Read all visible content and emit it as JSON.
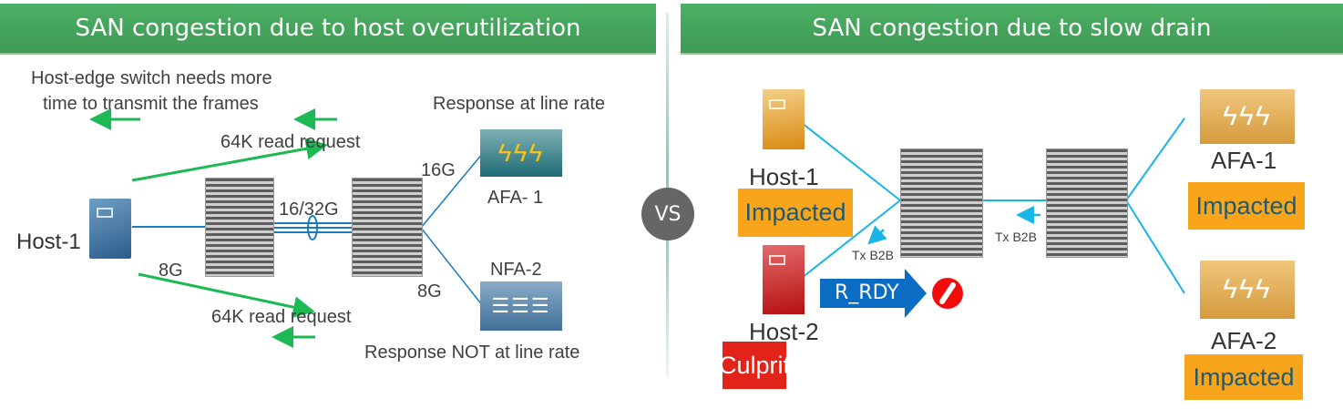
{
  "left_panel": {
    "title": "SAN congestion due to host overutilization",
    "note_line1": "Host-edge switch needs more",
    "note_line2": "time to transmit the frames",
    "response_line_rate": "Response at line rate",
    "read_request_top": "64K read request",
    "read_request_bottom": "64K read request",
    "response_not_line_rate": "Response NOT at line rate",
    "host": "Host-1",
    "host_link_speed": "8G",
    "isl_speed": "16/32G",
    "afa_link_speed": "16G",
    "nfa_link_speed": "8G",
    "afa": "AFA- 1",
    "nfa": "NFA-2"
  },
  "vs_label": "VS",
  "right_panel": {
    "title": "SAN congestion due to slow drain",
    "host1": "Host-1",
    "host1_status": "Impacted",
    "host2": "Host-2",
    "host2_status": "Culprit",
    "afa1": "AFA-1",
    "afa1_status": "Impacted",
    "afa2": "AFA-2",
    "afa2_status": "Impacted",
    "tx_b2b_left": "Tx  B2B",
    "tx_b2b_right": "Tx  B2B",
    "r_rdy": "R_RDY"
  },
  "colors": {
    "header_green": "#4caf64",
    "arrow_green": "#1db954",
    "link_blue_left": "#1a7abf",
    "link_blue_right": "#19b5e6",
    "impacted": "#f8a51c",
    "culprit": "#e2231a",
    "r_rdy_arrow": "#0a6cc2"
  }
}
